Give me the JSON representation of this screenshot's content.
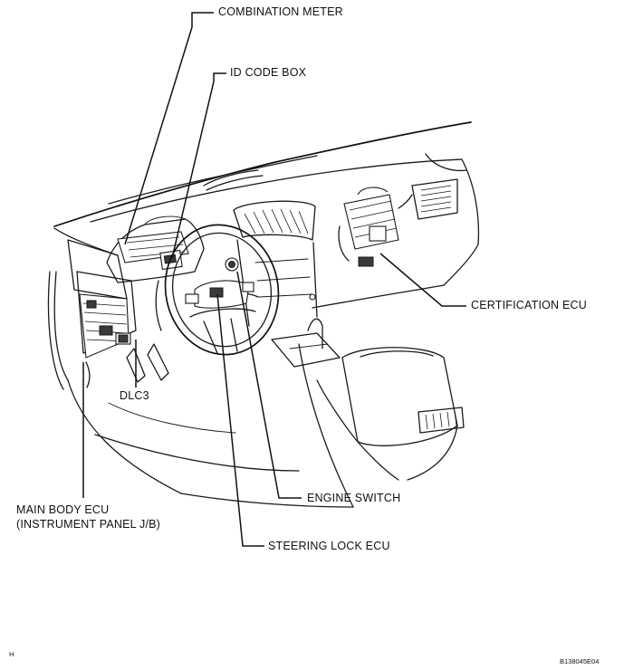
{
  "labels": {
    "combination_meter": "COMBINATION METER",
    "id_code_box": "ID CODE BOX",
    "certification_ecu": "CERTIFICATION ECU",
    "dlc3": "DLC3",
    "main_body_ecu_line1": "MAIN BODY ECU",
    "main_body_ecu_line2": "(INSTRUMENT PANEL J/B)",
    "engine_switch": "ENGINE SWITCH",
    "steering_lock_ecu": "STEERING LOCK ECU"
  },
  "corner_marks": {
    "left": "H",
    "right": "B138045E04"
  }
}
